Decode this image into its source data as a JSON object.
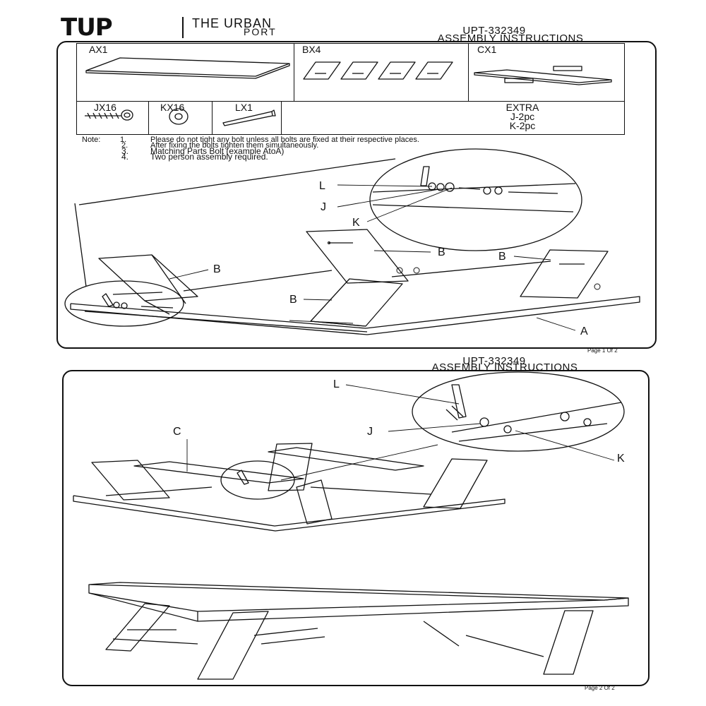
{
  "brand": {
    "logo": "TUP",
    "name_line1": "THE URBAN",
    "name_line2": "PORT"
  },
  "page1": {
    "model": "UPT-332349",
    "title": "ASSEMBLY INSTRUCTIONS",
    "parts": [
      {
        "code": "AX1"
      },
      {
        "code": "BX4"
      },
      {
        "code": "CX1"
      },
      {
        "code": "JX16"
      },
      {
        "code": "KX16"
      },
      {
        "code": "LX1"
      }
    ],
    "extra": {
      "title": "EXTRA",
      "line1": "J-2pc",
      "line2": "K-2pc"
    },
    "notes": {
      "label": "Note:",
      "items": [
        {
          "num": "1.",
          "text": "Please do not tight any bolt unless all bolts are fixed at their respective places."
        },
        {
          "num": "2.",
          "text": "After fixing the bolts tighten them simultaneously."
        },
        {
          "num": "3.",
          "text": "Matching Parts Bolt (example AtoA)"
        },
        {
          "num": "4.",
          "text": "Two person assembly required."
        }
      ]
    },
    "callouts": {
      "L": "L",
      "J": "J",
      "K": "K",
      "B1": "B",
      "B2": "B",
      "B3": "B",
      "B4": "B",
      "A": "A"
    },
    "page_number": "Page 1 Of 2"
  },
  "page2": {
    "model": "UPT-332349",
    "title": "ASSEMBLY INSTRUCTIONS",
    "callouts": {
      "L": "L",
      "C": "C",
      "J": "J",
      "K": "K"
    },
    "page_number": "Page 2 Of 2"
  }
}
